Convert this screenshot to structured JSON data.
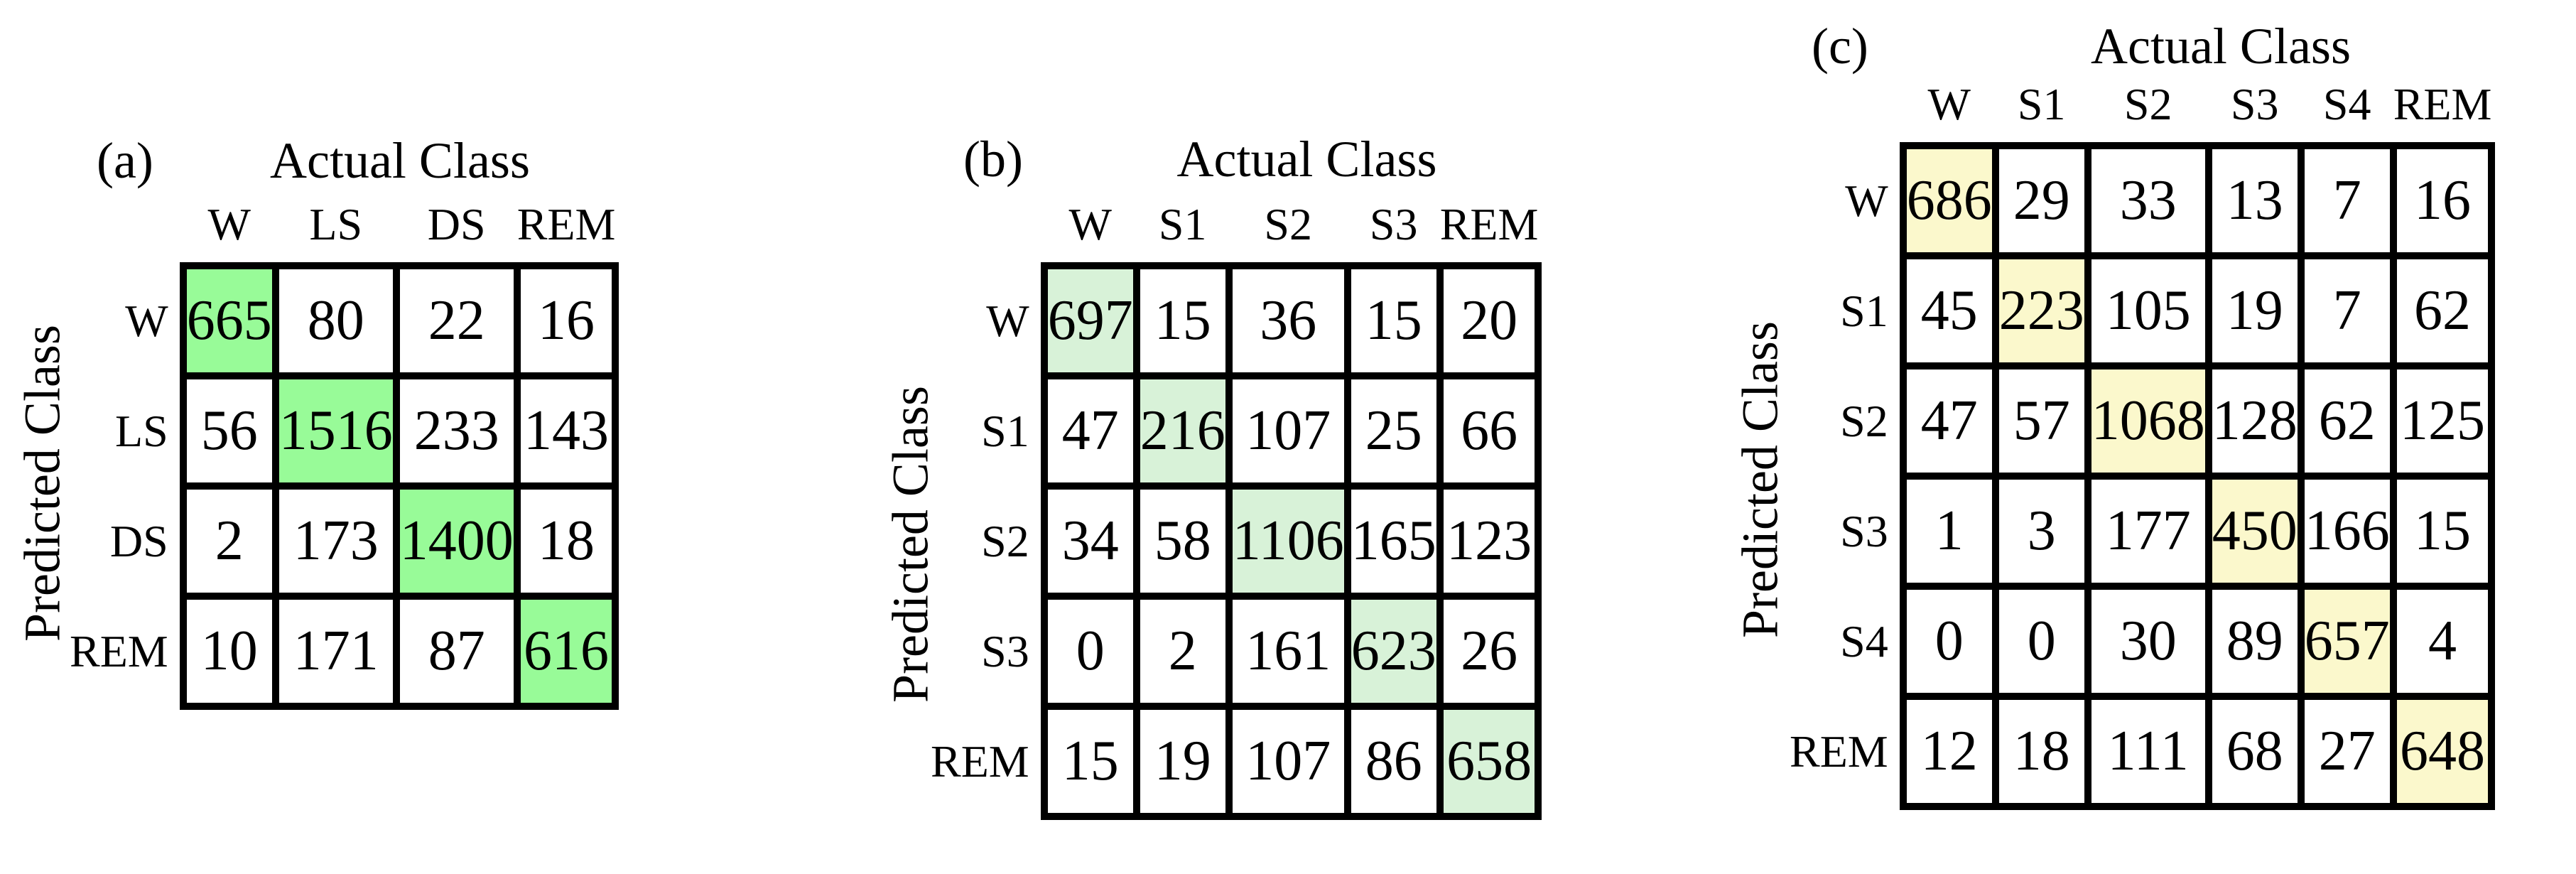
{
  "figure": {
    "description": "Three confusion matrices comparing predicted vs actual sleep-stage classes",
    "background_color": "#ffffff",
    "border_color": "#000000",
    "text_color": "#000000"
  },
  "chart_data": [
    {
      "type": "heatmap",
      "panel_label": "(a)",
      "col_axis_title": "Actual Class",
      "row_axis_title": "Predicted Class",
      "classes": [
        "W",
        "LS",
        "DS",
        "REM"
      ],
      "matrix": [
        [
          665,
          80,
          22,
          16
        ],
        [
          56,
          1516,
          233,
          143
        ],
        [
          2,
          173,
          1400,
          18
        ],
        [
          10,
          171,
          87,
          616
        ]
      ],
      "diagonal_color": "#98FB98",
      "offdiagonal_color": "#ffffff"
    },
    {
      "type": "heatmap",
      "panel_label": "(b)",
      "col_axis_title": "Actual Class",
      "row_axis_title": "Predicted Class",
      "classes": [
        "W",
        "S1",
        "S2",
        "S3",
        "REM"
      ],
      "matrix": [
        [
          697,
          15,
          36,
          15,
          20
        ],
        [
          47,
          216,
          107,
          25,
          66
        ],
        [
          34,
          58,
          1106,
          165,
          123
        ],
        [
          0,
          2,
          161,
          623,
          26
        ],
        [
          15,
          19,
          107,
          86,
          658
        ]
      ],
      "diagonal_color": "#D8F2D8",
      "offdiagonal_color": "#ffffff"
    },
    {
      "type": "heatmap",
      "panel_label": "(c)",
      "col_axis_title": "Actual Class",
      "row_axis_title": "Predicted Class",
      "classes": [
        "W",
        "S1",
        "S2",
        "S3",
        "S4",
        "REM"
      ],
      "matrix": [
        [
          686,
          29,
          33,
          13,
          7,
          16
        ],
        [
          45,
          223,
          105,
          19,
          7,
          62
        ],
        [
          47,
          57,
          1068,
          128,
          62,
          125
        ],
        [
          1,
          3,
          177,
          450,
          166,
          15
        ],
        [
          0,
          0,
          30,
          89,
          657,
          4
        ],
        [
          12,
          18,
          111,
          68,
          27,
          648
        ]
      ],
      "diagonal_color": "#FBF8CC",
      "offdiagonal_color": "#ffffff"
    }
  ]
}
